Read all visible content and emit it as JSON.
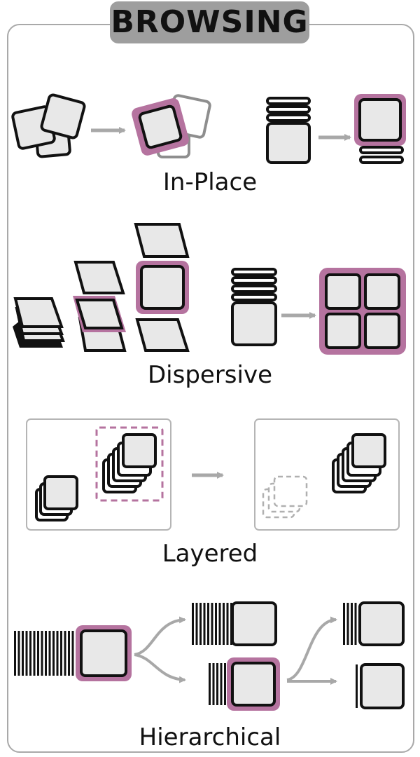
{
  "title": "BROWSING",
  "sections": [
    {
      "key": "in_place",
      "label": "In-Place"
    },
    {
      "key": "dispersive",
      "label": "Dispersive"
    },
    {
      "key": "layered",
      "label": "Layered"
    },
    {
      "key": "hierarchical",
      "label": "Hierarchical"
    }
  ],
  "colors": {
    "highlight": "#b5739f",
    "card_fill": "#e8e8e8",
    "stroke": "#111111",
    "arrow": "#a8a8a8",
    "ghost": "#b0b0b0",
    "panel_border": "#a9a9a9",
    "title_bg": "#9e9e9e"
  }
}
